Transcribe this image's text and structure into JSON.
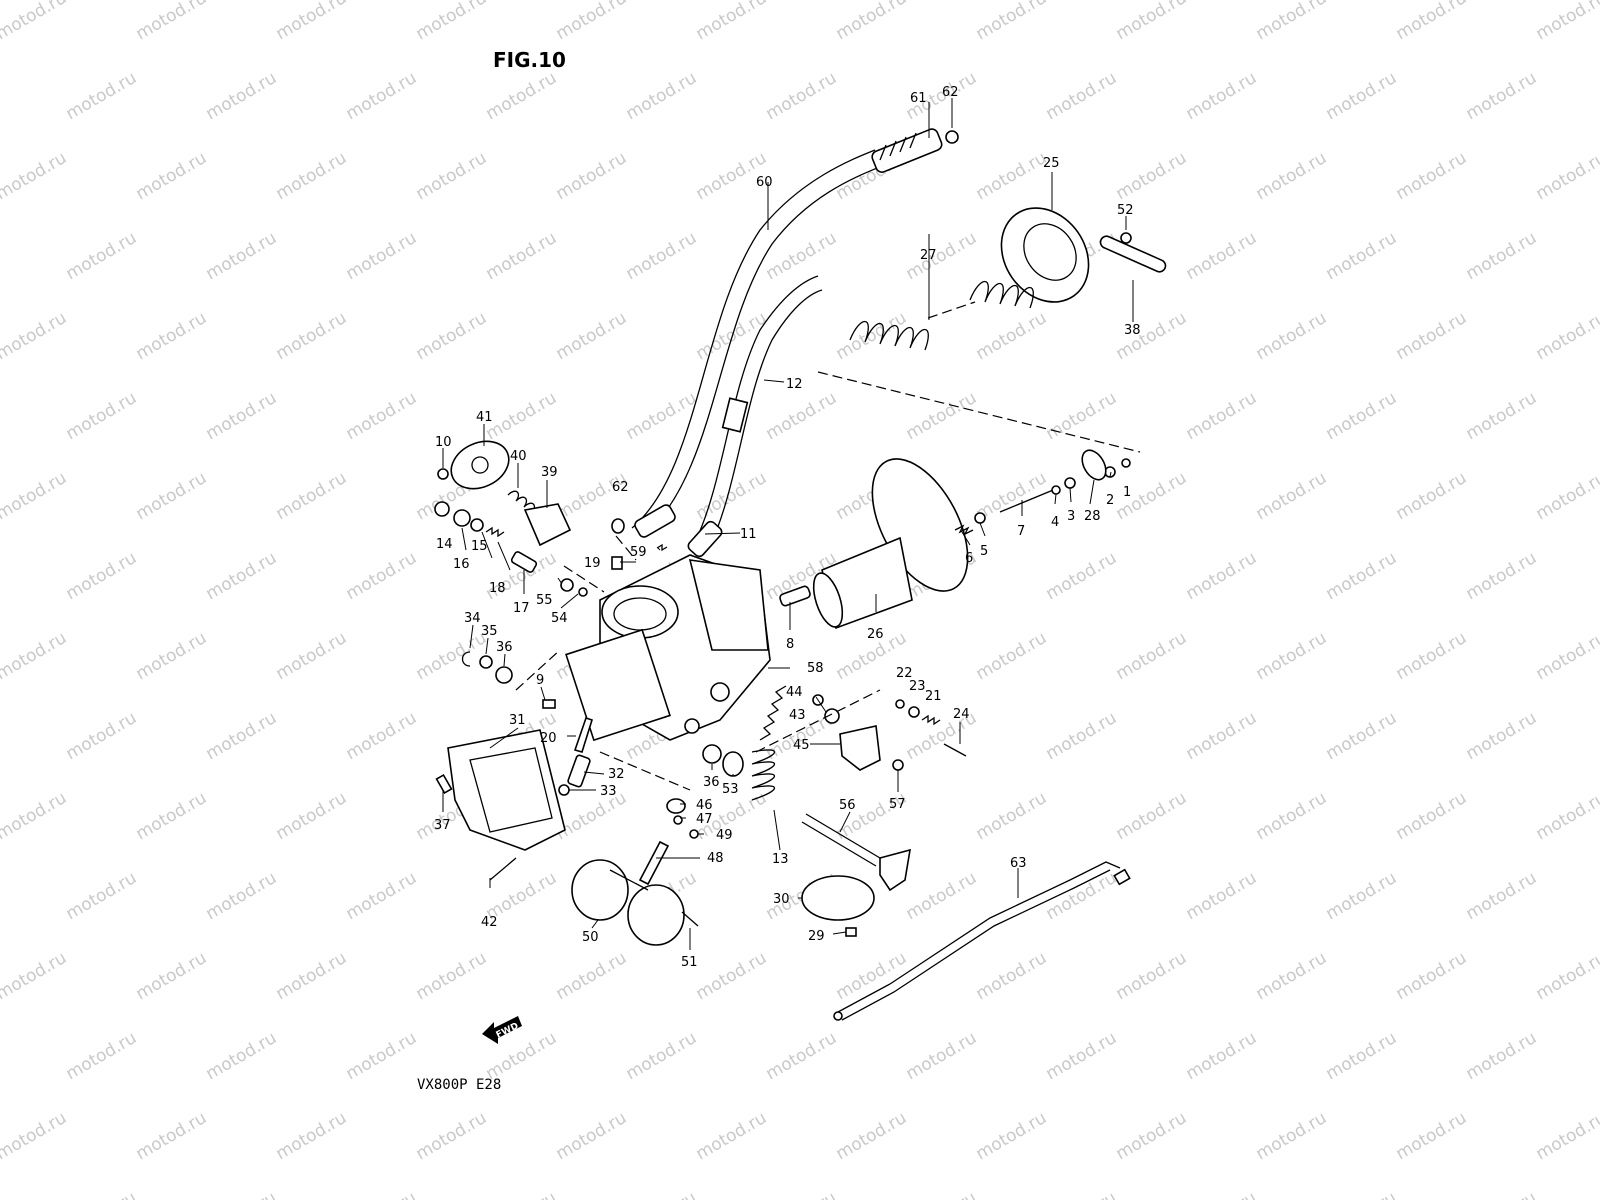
{
  "figure": {
    "title": "FIG.10",
    "model_code": "VX800P  E28",
    "fwd_label": "FWD",
    "watermark": "motod.ru"
  },
  "callouts": {
    "n1": "1",
    "n2": "2",
    "n3": "3",
    "n4": "4",
    "n5": "5",
    "n6": "6",
    "n7": "7",
    "n8": "8",
    "n9": "9",
    "n10": "10",
    "n11": "11",
    "n12": "12",
    "n13": "13",
    "n14": "14",
    "n15": "15",
    "n16": "16",
    "n17": "17",
    "n18": "18",
    "n19": "19",
    "n20": "20",
    "n21": "21",
    "n22": "22",
    "n23": "23",
    "n24": "24",
    "n25": "25",
    "n26": "26",
    "n27": "27",
    "n28": "28",
    "n29": "29",
    "n30": "30",
    "n31": "31",
    "n32": "32",
    "n33": "33",
    "n34": "34",
    "n35": "35",
    "n36a": "36",
    "n36b": "36",
    "n37": "37",
    "n38": "38",
    "n39": "39",
    "n40": "40",
    "n41": "41",
    "n42": "42",
    "n43": "43",
    "n44": "44",
    "n45": "45",
    "n46": "46",
    "n47": "47",
    "n48": "48",
    "n49": "49",
    "n50": "50",
    "n51": "51",
    "n52": "52",
    "n53": "53",
    "n54": "54",
    "n55": "55",
    "n56": "56",
    "n57": "57",
    "n58": "58",
    "n59": "59",
    "n60": "60",
    "n61": "61",
    "n62a": "62",
    "n62b": "62",
    "n63": "63"
  },
  "colors": {
    "line": "#000000",
    "watermark": "#c9c9c9",
    "background": "#ffffff"
  }
}
